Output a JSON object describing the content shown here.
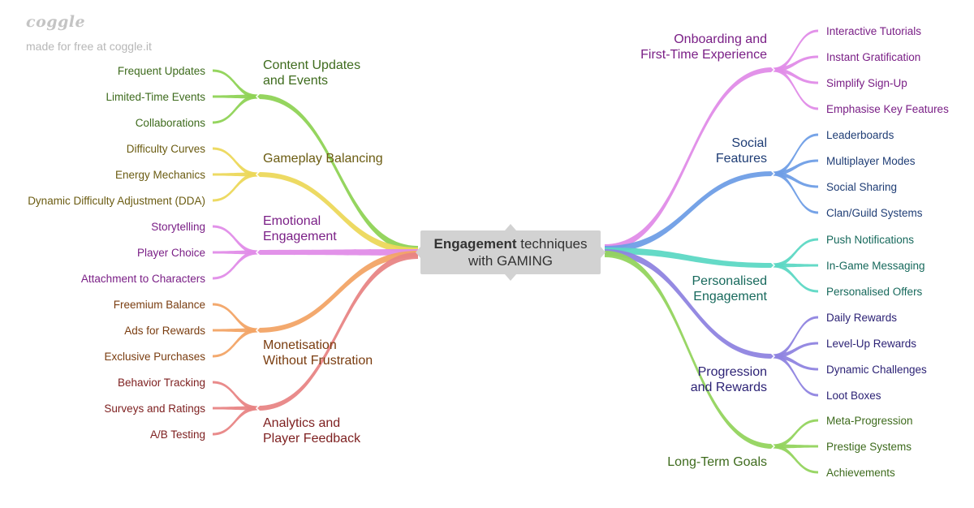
{
  "watermark": {
    "logo": "coggle",
    "tagline": "made for free at coggle.it"
  },
  "root": {
    "bold": "Engagement",
    "rest": " techniques",
    "line2": "with GAMING"
  },
  "branches": [
    {
      "id": "content",
      "lines": [
        "Content Updates",
        "and Events"
      ],
      "color": "#8fd356",
      "text_color": "#3e6b1d",
      "leaves": [
        "Frequent Updates",
        "Limited-Time Events",
        "Collaborations"
      ]
    },
    {
      "id": "balancing",
      "lines": [
        "Gameplay Balancing"
      ],
      "color": "#ecd85b",
      "text_color": "#6b5c12",
      "leaves": [
        "Difficulty Curves",
        "Energy Mechanics",
        "Dynamic Difficulty Adjustment (DDA)"
      ]
    },
    {
      "id": "emotional",
      "lines": [
        "Emotional",
        "Engagement"
      ],
      "color": "#e08ce8",
      "text_color": "#7a1f86",
      "leaves": [
        "Storytelling",
        "Player Choice",
        "Attachment to Characters"
      ]
    },
    {
      "id": "monetisation",
      "lines": [
        "Monetisation",
        "Without Frustration"
      ],
      "color": "#f2a466",
      "text_color": "#7a3d10",
      "leaves": [
        "Freemium Balance",
        "Ads for Rewards",
        "Exclusive Purchases"
      ]
    },
    {
      "id": "analytics",
      "lines": [
        "Analytics and",
        "Player Feedback"
      ],
      "color": "#e88585",
      "text_color": "#7d1f1f",
      "leaves": [
        "Behavior Tracking",
        "Surveys and Ratings",
        "A/B Testing"
      ]
    },
    {
      "id": "onboarding",
      "lines": [
        "Onboarding and",
        "First-Time Experience"
      ],
      "color": "#e08ce8",
      "text_color": "#7a1f86",
      "leaves": [
        "Interactive Tutorials",
        "Instant Gratification",
        "Simplify Sign-Up",
        "Emphasise Key Features"
      ]
    },
    {
      "id": "social",
      "lines": [
        "Social",
        "Features"
      ],
      "color": "#6f9ee6",
      "text_color": "#1f3d75",
      "leaves": [
        "Leaderboards",
        "Multiplayer Modes",
        "Social Sharing",
        "Clan/Guild Systems"
      ]
    },
    {
      "id": "personalised",
      "lines": [
        "Personalised",
        "Engagement"
      ],
      "color": "#5dd8c4",
      "text_color": "#17695c",
      "leaves": [
        "Push Notifications",
        "In-Game Messaging",
        "Personalised Offers"
      ]
    },
    {
      "id": "progression",
      "lines": [
        "Progression",
        "and Rewards"
      ],
      "color": "#8f84e0",
      "text_color": "#2c2275",
      "leaves": [
        "Daily Rewards",
        "Level-Up Rewards",
        "Dynamic Challenges",
        "Loot Boxes"
      ]
    },
    {
      "id": "longterm",
      "lines": [
        "Long-Term Goals"
      ],
      "color": "#93d45e",
      "text_color": "#3e6b1d",
      "leaves": [
        "Meta-Progression",
        "Prestige Systems",
        "Achievements"
      ]
    }
  ]
}
